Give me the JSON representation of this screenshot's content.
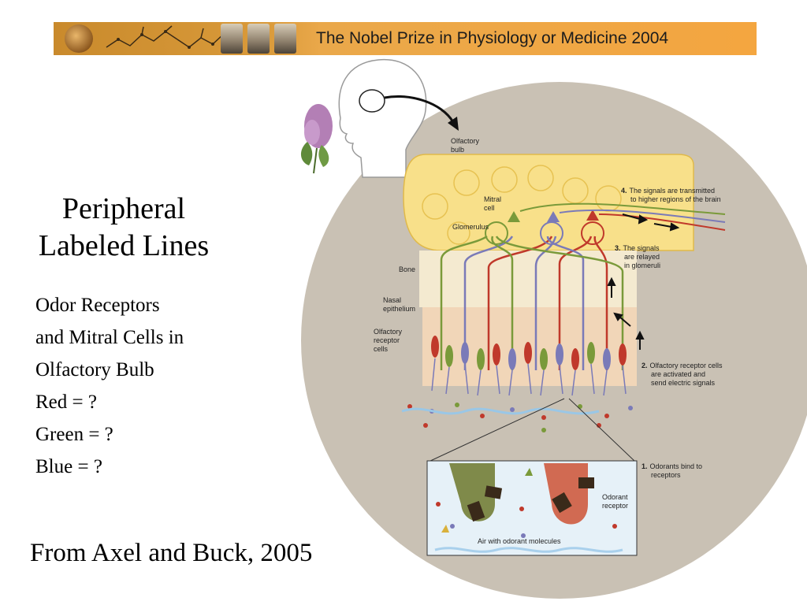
{
  "banner": {
    "title": "The Nobel Prize in Physiology or Medicine 2004"
  },
  "slide": {
    "title_lines": [
      "Peripheral",
      "Labeled Lines"
    ],
    "body_lines": [
      "Odor Receptors",
      "and Mitral Cells in",
      "Olfactory Bulb",
      "Red = ?",
      "Green = ?",
      "Blue = ?"
    ],
    "citation": "From Axel and Buck, 2005"
  },
  "figure": {
    "labels": {
      "olfactory_bulb": [
        "Olfactory",
        "bulb"
      ],
      "mitral_cell": [
        "Mitral",
        "cell"
      ],
      "glomerulus": "Glomerulus",
      "bone": "Bone",
      "nasal_epithelium": [
        "Nasal",
        "epithelium"
      ],
      "receptor_cells": [
        "Olfactory",
        "receptor",
        "cells"
      ],
      "odorant_receptor": [
        "Odorant",
        "receptor"
      ],
      "air_with_odorant": "Air with odorant molecules"
    },
    "steps": {
      "step1": {
        "number": "1.",
        "lines": [
          "Odorants bind to",
          "receptors"
        ]
      },
      "step2": {
        "number": "2.",
        "lines": [
          "Olfactory receptor cells",
          "are activated and",
          "send electric signals"
        ]
      },
      "step3": {
        "number": "3.",
        "lines": [
          "The signals",
          "are relayed",
          "in glomeruli"
        ]
      },
      "step4": {
        "number": "4.",
        "lines": [
          "The signals are transmitted",
          "to higher regions of the brain"
        ]
      }
    },
    "colors": {
      "red": "#c0392b",
      "green": "#7a9a3a",
      "blue": "#7a7ab8",
      "circle": "#c9c1b4",
      "bulb": "#f8e08a"
    }
  }
}
